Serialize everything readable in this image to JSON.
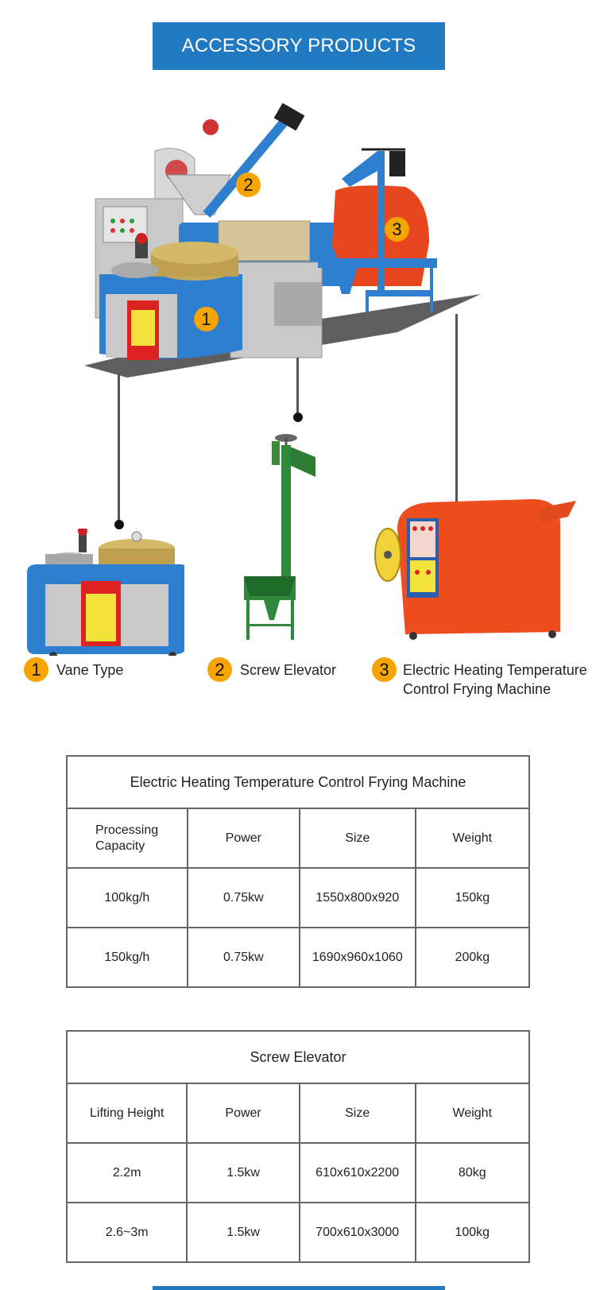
{
  "header": {
    "title": "ACCESSORY PRODUCTS"
  },
  "colors": {
    "banner_blue": "#2179c2",
    "badge_orange": "#f5a400",
    "table_border": "#666666",
    "connector": "#555555"
  },
  "hero": {
    "description": "Oil press production line with numbered accessories",
    "markers": [
      {
        "number": "1",
        "icon": "vane-type-filter-machine"
      },
      {
        "number": "2",
        "icon": "screw-elevator-machine"
      },
      {
        "number": "3",
        "icon": "frying-machine"
      }
    ]
  },
  "accessories": [
    {
      "number": "1",
      "label": "Vane Type",
      "image": "blue-vane-type-oil-filter"
    },
    {
      "number": "2",
      "label": "Screw Elevator",
      "image": "green-screw-elevator"
    },
    {
      "number": "3",
      "label_line1": "Electric Heating Temperature",
      "label_line2": "Control Frying Machine",
      "image": "orange-frying-roaster"
    }
  ],
  "tables": [
    {
      "title": "Electric Heating Temperature Control Frying Machine",
      "headers": {
        "c1_line1": "Processing",
        "c1_line2": "Capacity",
        "c2": "Power",
        "c3": "Size",
        "c4": "Weight"
      },
      "rows": [
        {
          "c1": "100kg/h",
          "c2": "0.75kw",
          "c3": "1550x800x920",
          "c4": "150kg"
        },
        {
          "c1": "150kg/h",
          "c2": "0.75kw",
          "c3": "1690x960x1060",
          "c4": "200kg"
        }
      ]
    },
    {
      "title": "Screw Elevator",
      "headers": {
        "c1": "Lifting Height",
        "c2": "Power",
        "c3": "Size",
        "c4": "Weight"
      },
      "rows": [
        {
          "c1": "2.2m",
          "c2": "1.5kw",
          "c3": "610x610x2200",
          "c4": "80kg"
        },
        {
          "c1": "2.6~3m",
          "c2": "1.5kw",
          "c3": "700x610x3000",
          "c4": "100kg"
        }
      ]
    }
  ]
}
